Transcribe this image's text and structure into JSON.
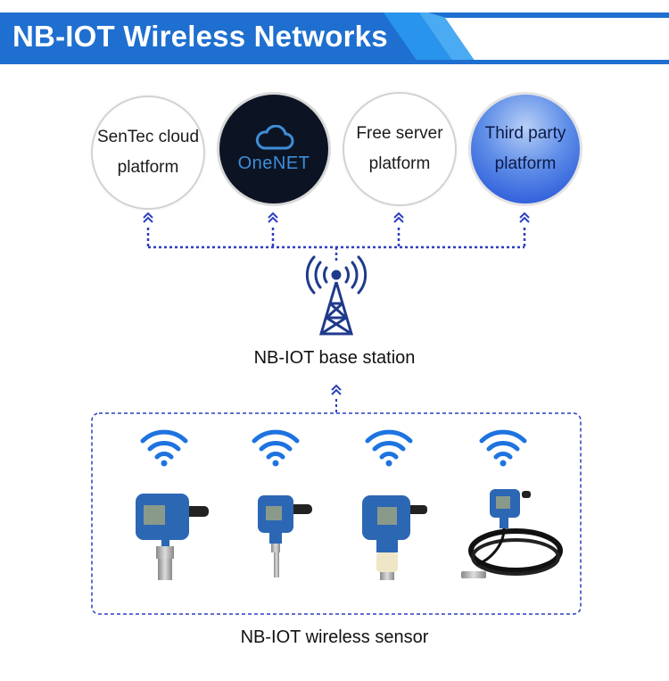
{
  "header": {
    "title": "NB-IOT Wireless Networks"
  },
  "platforms": [
    {
      "label_line1": "SenTec cloud",
      "label_line2": "platform"
    },
    {
      "logo_text": "OneNET"
    },
    {
      "label_line1": "Free server",
      "label_line2": "platform"
    },
    {
      "label_line1": "Third party",
      "label_line2": "platform"
    }
  ],
  "base_station": {
    "label": "NB-IOT base station"
  },
  "sensors": {
    "label": "NB-IOT wireless sensor"
  },
  "colors": {
    "accent_blue": "#1d6fd2",
    "dotted_line": "#2b3fbf",
    "onenet_bg": "#0c1424"
  }
}
